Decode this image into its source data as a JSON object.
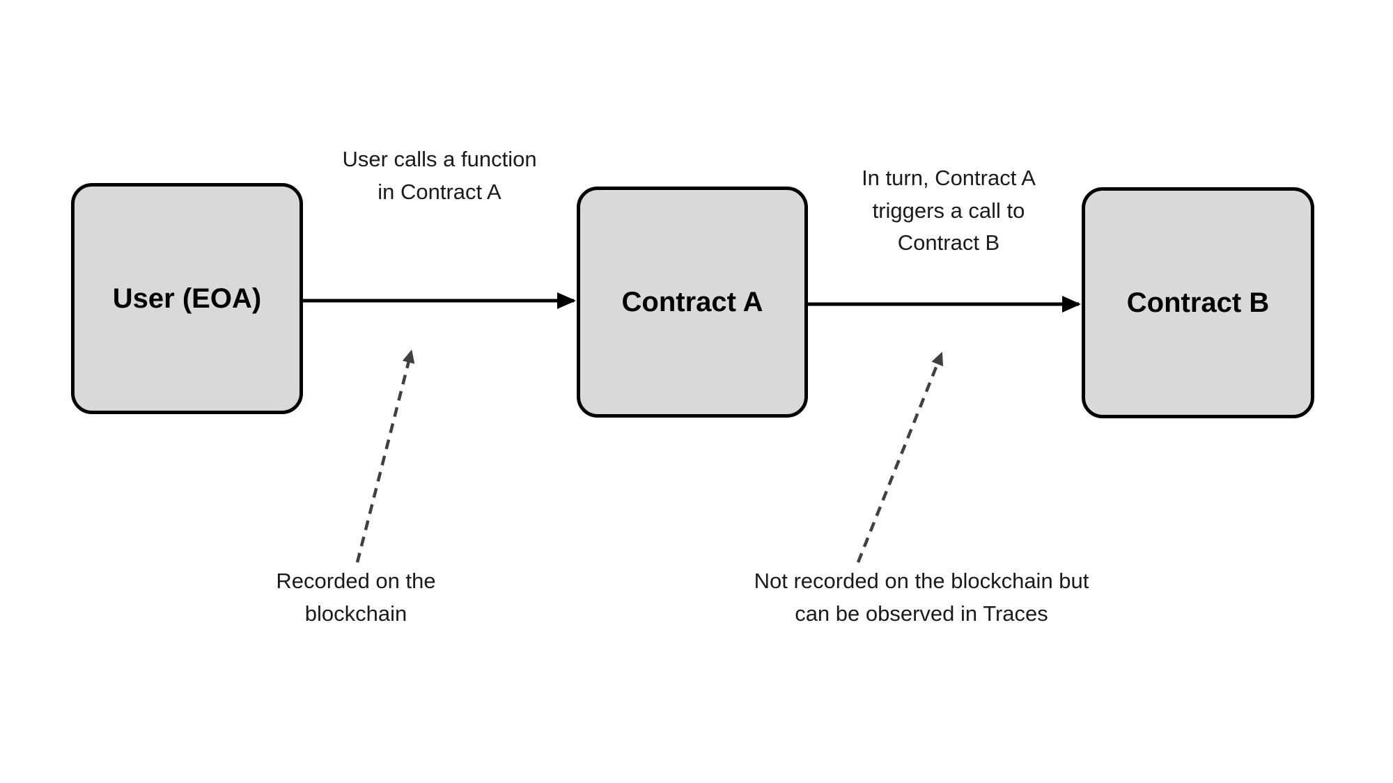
{
  "diagram": {
    "background": "#ffffff",
    "colors": {
      "node_fill": "#d9d9d9",
      "node_border": "#000000",
      "text": "#1a1a1a",
      "solid_arrow": "#000000",
      "dashed_arrow": "#404040"
    },
    "nodes": [
      {
        "id": "user-eoa",
        "label": "User (EOA)"
      },
      {
        "id": "contract-a",
        "label": "Contract A"
      },
      {
        "id": "contract-b",
        "label": "Contract B"
      }
    ],
    "edge_labels": [
      {
        "lines": [
          "User calls a function",
          "in Contract A"
        ]
      },
      {
        "lines": [
          "In turn, Contract A",
          "triggers a call to",
          "Contract B"
        ]
      }
    ],
    "notes": [
      {
        "lines": [
          "Recorded on the",
          "blockchain"
        ]
      },
      {
        "lines": [
          "Not recorded on the blockchain but",
          "can be observed in Traces"
        ]
      }
    ]
  }
}
